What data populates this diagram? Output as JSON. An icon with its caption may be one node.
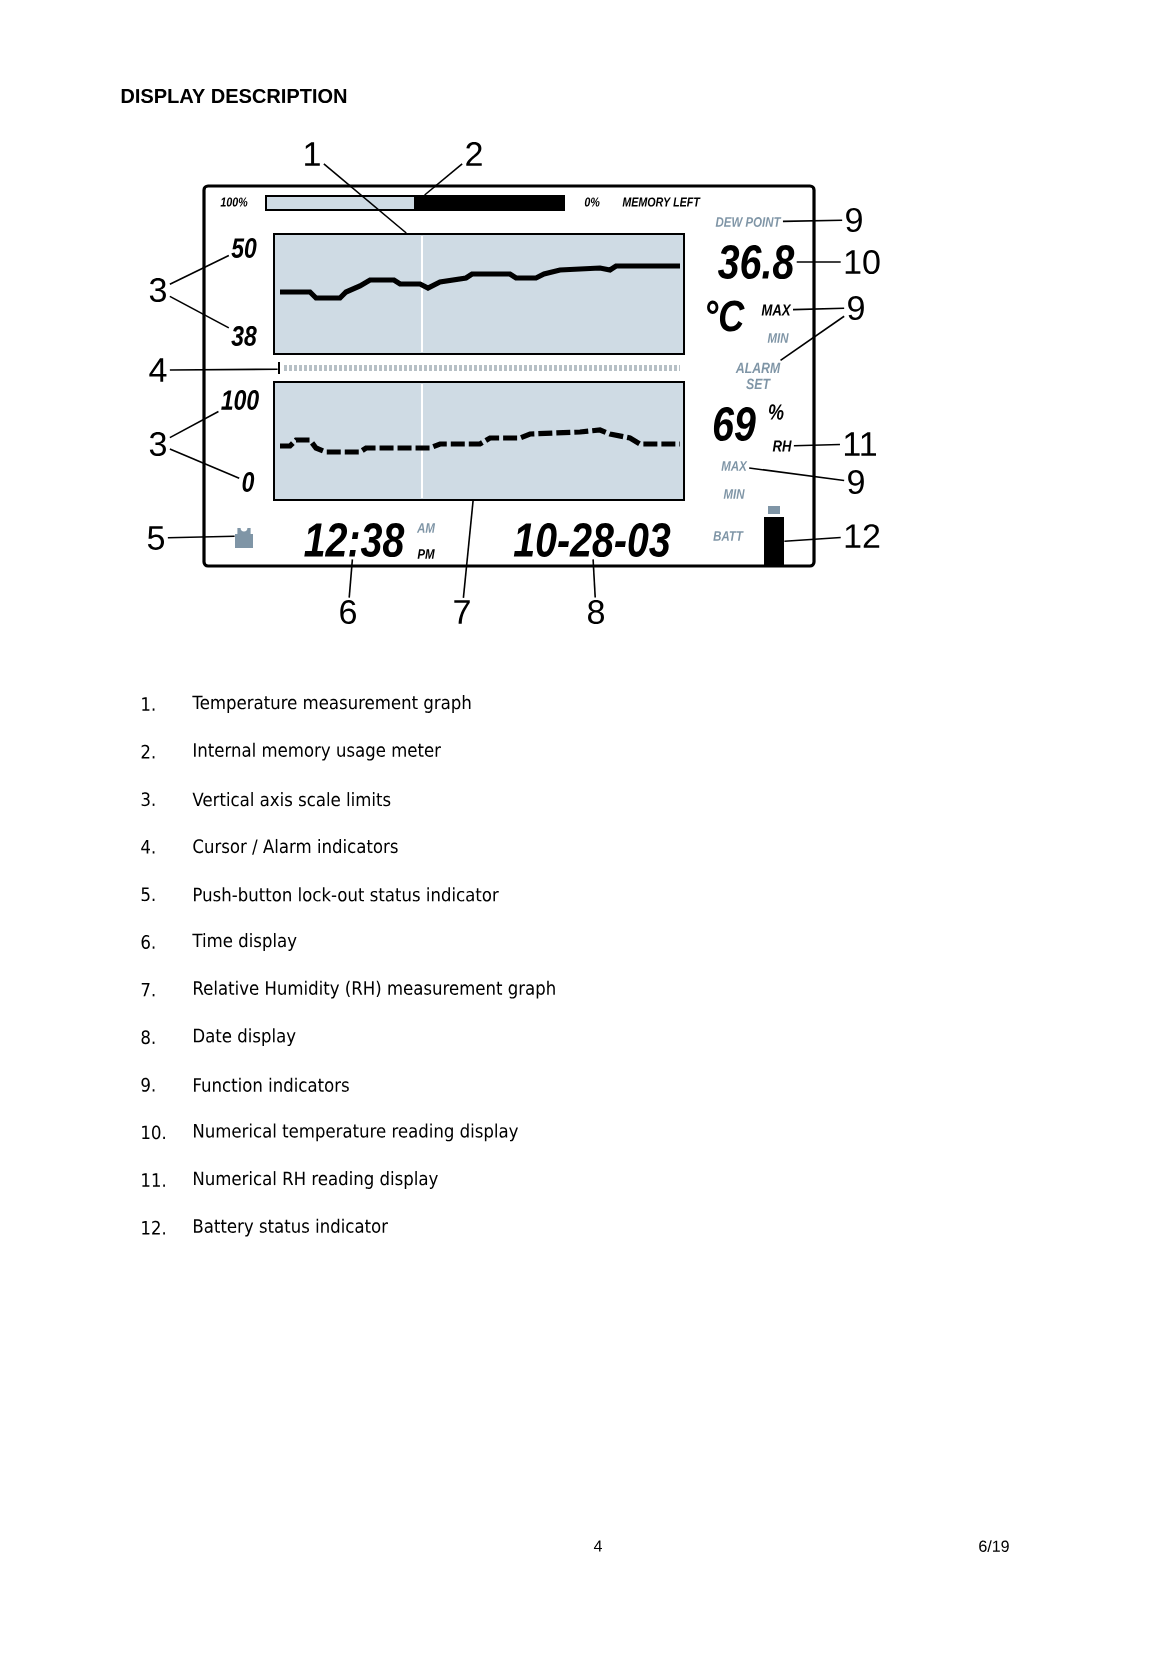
{
  "diagram": {
    "title": "DISPLAY DESCRIPTION",
    "nodes": [
      {
        "text": [
          "1"
        ]
      },
      {
        "text": [
          "2"
        ]
      },
      {
        "text": [],
        "shape": "bar"
      },
      {
        "text": [
          "9"
        ]
      },
      {
        "text": [
          "DEW POINT"
        ]
      },
      {
        "text": [
          "3"
        ]
      },
      {
        "text": [
          "50"
        ]
      },
      {
        "text": [
          "38"
        ]
      },
      {
        "text": [],
        "shape": "box"
      },
      {
        "text": [
          "36.8"
        ]
      },
      {
        "text": [
          "10"
        ]
      },
      {
        "text": [
          "MAX"
        ]
      },
      {
        "text": [
          "9"
        ]
      },
      {
        "text": [
          "ALARM SET"
        ]
      },
      {
        "text": [
          "4"
        ]
      },
      {
        "text": [
          "3"
        ]
      },
      {
        "text": [
          "100"
        ]
      },
      {
        "text": [
          "0"
        ]
      },
      {
        "text": [],
        "shape": "box"
      },
      {
        "text": [
          "69"
        ]
      },
      {
        "text": [
          "11"
        ]
      },
      {
        "text": [
          "RH"
        ]
      },
      {
        "text": [
          "MAX"
        ]
      },
      {
        "text": [
          "9"
        ]
      },
      {
        "text": [
          "5"
        ]
      },
      {
        "text": [],
        "shape": "padlock"
      },
      {
        "text": [
          "12:38"
        ]
      },
      {
        "text": [
          "6"
        ]
      },
      {
        "text": [
          "7"
        ]
      },
      {
        "text": [
          "10-28-03"
        ]
      },
      {
        "text": [
          "8"
        ]
      },
      {
        "text": [],
        "shape": "bar"
      },
      {
        "text": [
          "12"
        ]
      },
      {
        "text": [],
        "shape": "bar"
      }
    ],
    "edges": [
      {
        "from": 0,
        "to": 8,
        "arrow": "none"
      },
      {
        "from": 1,
        "to": 2,
        "arrow": "none"
      },
      {
        "from": 3,
        "to": 4,
        "arrow": "none"
      },
      {
        "from": 5,
        "to": 6,
        "arrow": "none"
      },
      {
        "from": 5,
        "to": 7,
        "arrow": "none"
      },
      {
        "from": 10,
        "to": 9,
        "arrow": "none"
      },
      {
        "from": 12,
        "to": 11,
        "arrow": "none"
      },
      {
        "from": 12,
        "to": 13,
        "arrow": "none"
      },
      {
        "from": 14,
        "to": 33,
        "arrow": "none"
      },
      {
        "from": 15,
        "to": 16,
        "arrow": "none"
      },
      {
        "from": 15,
        "to": 17,
        "arrow": "none"
      },
      {
        "from": 20,
        "to": 21,
        "arrow": "none"
      },
      {
        "from": 23,
        "to": 22,
        "arrow": "none"
      },
      {
        "from": 24,
        "to": 25,
        "arrow": "none"
      },
      {
        "from": 27,
        "to": 26,
        "arrow": "none"
      },
      {
        "from": 28,
        "to": 18,
        "arrow": "none"
      },
      {
        "from": 30,
        "to": 29,
        "arrow": "none"
      },
      {
        "from": 32,
        "to": 31,
        "arrow": "none"
      }
    ],
    "labels": [
      "100%",
      "0%",
      "MEMORY LEFT",
      "°C",
      "MIN",
      "%",
      "MIN",
      "AM",
      "PM",
      "BATT",
      "1.",
      "Temperature measurement graph",
      "2.",
      "Internal memory usage meter",
      "3.",
      "Vertical axis scale limits",
      "4.",
      "Cursor / Alarm indicators",
      "5.",
      "Push-button lock-out status indicator",
      "6.",
      "Time display",
      "7.",
      "Relative Humidity (RH) measurement graph",
      "8.",
      "Date display",
      "9.",
      "Function indicators",
      "10.",
      "Numerical temperature reading display",
      "11.",
      "Numerical RH reading display",
      "12.",
      "Battery status indicator",
      "4",
      "6/19"
    ]
  }
}
